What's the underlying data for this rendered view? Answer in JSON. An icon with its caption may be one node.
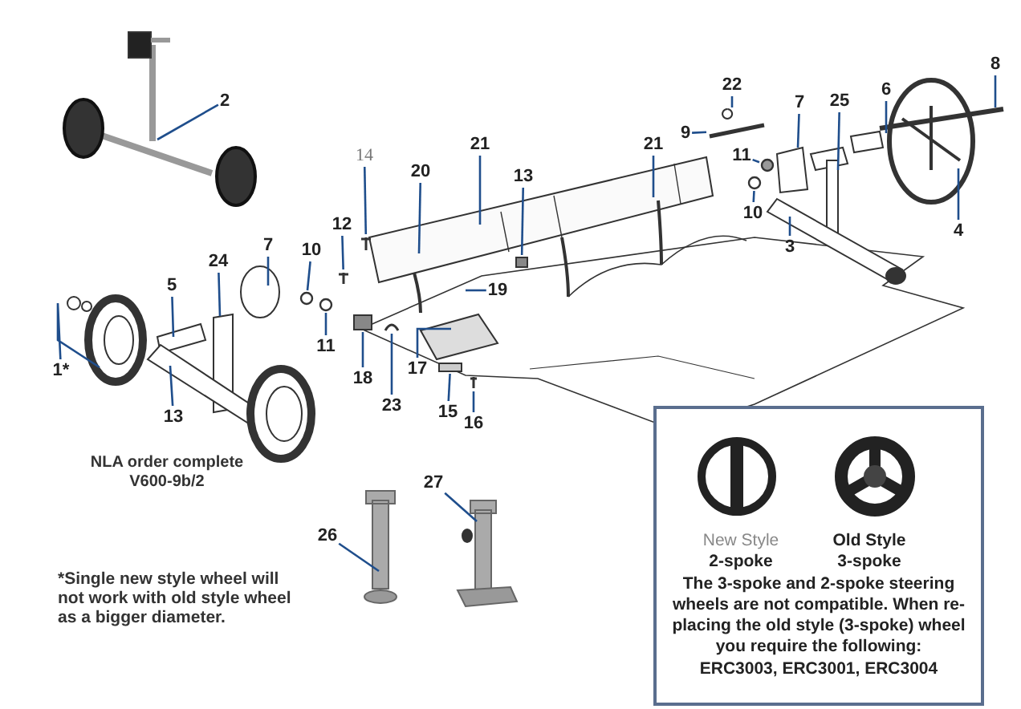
{
  "diagram": {
    "nodes": [
      {
        "text": [
          "2"
        ]
      },
      {
        "text": [
          "8"
        ]
      },
      {
        "text": [
          "22"
        ]
      },
      {
        "text": [
          "6"
        ]
      },
      {
        "text": [
          "7"
        ]
      },
      {
        "text": [
          "25"
        ]
      },
      {
        "text": [
          "9"
        ]
      },
      {
        "text": [
          "21"
        ]
      },
      {
        "text": [
          "21"
        ]
      },
      {
        "text": [
          "14"
        ]
      },
      {
        "text": [
          "11"
        ]
      },
      {
        "text": [
          "20"
        ]
      },
      {
        "text": [
          "13"
        ]
      },
      {
        "text": [
          "10"
        ]
      },
      {
        "text": [
          "12"
        ]
      },
      {
        "text": [
          "4"
        ]
      },
      {
        "text": [
          "3"
        ]
      },
      {
        "text": [
          "7"
        ]
      },
      {
        "text": [
          "10"
        ]
      },
      {
        "text": [
          "24"
        ]
      },
      {
        "text": [
          "5"
        ]
      },
      {
        "text": [
          "19"
        ]
      },
      {
        "text": [
          "11"
        ]
      },
      {
        "text": [
          "1*"
        ]
      },
      {
        "text": [
          "17"
        ]
      },
      {
        "text": [
          "18"
        ]
      },
      {
        "text": [
          "23"
        ]
      },
      {
        "text": [
          "15"
        ]
      },
      {
        "text": [
          "13"
        ]
      },
      {
        "text": [
          "16"
        ]
      },
      {
        "text": [
          "27"
        ]
      },
      {
        "text": [
          "26"
        ]
      },
      {
        "text": [
          "New Style",
          "2-spoke",
          "Old Style",
          "3-spoke",
          "The 3-spoke and 2-spoke steering wheels are not compatible. When re-placing the old style (3-spoke) wheel you require the following:",
          "ERC3003, ERC3001, ERC3004"
        ]
      },
      {
        "text": [],
        "shape": "picture"
      },
      {
        "text": [],
        "shape": "picture"
      },
      {
        "text": [],
        "shape": "box"
      },
      {
        "text": [],
        "shape": "circle"
      },
      {
        "text": [],
        "shape": "picture"
      },
      {
        "text": [],
        "shape": "box"
      },
      {
        "text": [],
        "shape": "picture"
      },
      {
        "text": [],
        "shape": "box"
      },
      {
        "text": [],
        "shape": "picture"
      },
      {
        "text": [],
        "shape": "circle"
      },
      {
        "text": [],
        "shape": "circle"
      },
      {
        "text": [],
        "shape": "circle"
      }
    ],
    "edges": [
      {
        "from": 0,
        "to": null,
        "arrow": "none"
      },
      {
        "from": 1,
        "to": null,
        "arrow": "none"
      },
      {
        "from": 2,
        "to": null,
        "arrow": "none"
      },
      {
        "from": 3,
        "to": null,
        "arrow": "none"
      },
      {
        "from": 4,
        "to": null,
        "arrow": "none"
      },
      {
        "from": 5,
        "to": null,
        "arrow": "none"
      },
      {
        "from": 6,
        "to": 33,
        "arrow": "none"
      },
      {
        "from": 7,
        "to": null,
        "arrow": "none"
      },
      {
        "from": 8,
        "to": null,
        "arrow": "none"
      },
      {
        "from": 9,
        "to": 34,
        "arrow": "none"
      },
      {
        "from": 10,
        "to": 42,
        "arrow": "none"
      },
      {
        "from": 11,
        "to": null,
        "arrow": "none"
      },
      {
        "from": 12,
        "to": 35,
        "arrow": "none"
      },
      {
        "from": 13,
        "to": 36,
        "arrow": "none"
      },
      {
        "from": 14,
        "to": 37,
        "arrow": "none"
      },
      {
        "from": 15,
        "to": null,
        "arrow": "none"
      },
      {
        "from": 16,
        "to": null,
        "arrow": "none"
      },
      {
        "from": 17,
        "to": null,
        "arrow": "none"
      },
      {
        "from": 18,
        "to": 43,
        "arrow": "none"
      },
      {
        "from": 19,
        "to": null,
        "arrow": "none"
      },
      {
        "from": 20,
        "to": null,
        "arrow": "none"
      },
      {
        "from": 21,
        "to": null,
        "arrow": "none"
      },
      {
        "from": 22,
        "to": 44,
        "arrow": "none"
      },
      {
        "from": 23,
        "to": null,
        "arrow": "none"
      },
      {
        "from": 24,
        "to": null,
        "arrow": "none"
      },
      {
        "from": 25,
        "to": 38,
        "arrow": "none"
      },
      {
        "from": 26,
        "to": 39,
        "arrow": "none"
      },
      {
        "from": 27,
        "to": 40,
        "arrow": "none"
      },
      {
        "from": 28,
        "to": null,
        "arrow": "none"
      },
      {
        "from": 29,
        "to": 41,
        "arrow": "none"
      },
      {
        "from": 30,
        "to": null,
        "arrow": "none"
      },
      {
        "from": 31,
        "to": null,
        "arrow": "none"
      }
    ],
    "labels": [
      "NLA order complete V600-9b/2",
      "*Single new style wheel will not work with old style wheel as a bigger diameter."
    ]
  }
}
